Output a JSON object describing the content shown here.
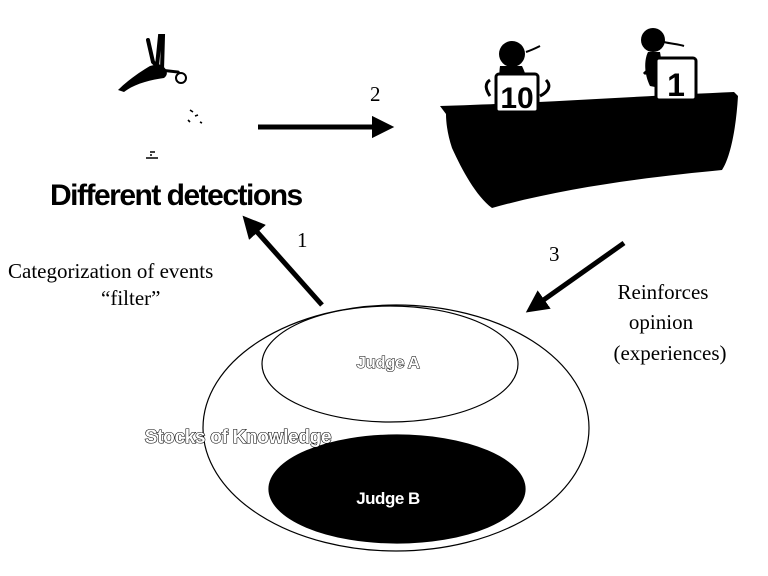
{
  "diagram": {
    "top_label": "Different detections",
    "left_label_line1": "Categorization of events",
    "left_label_line2": "“filter”",
    "right_label_line1": "Reinforces",
    "right_label_line2": "opinion",
    "right_label_line3": "(experiences)",
    "stocks_label": "Stocks of Knowledge",
    "judge_a": "Judge A",
    "judge_b": "Judge B",
    "arrows": [
      {
        "label": "1"
      },
      {
        "label": "2"
      },
      {
        "label": "3"
      }
    ],
    "score_cards": [
      "10",
      "1"
    ]
  },
  "colors": {
    "ink": "#000000",
    "paper": "#ffffff"
  }
}
